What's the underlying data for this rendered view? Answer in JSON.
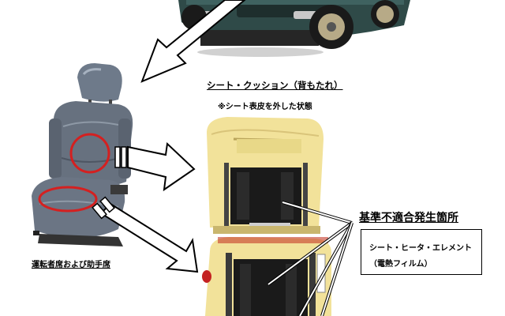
{
  "labels": {
    "cushion_title": "シート・クッション（背もたれ）",
    "cushion_note": "※シート表皮を外した状態",
    "seat_caption": "運転者席および助手席",
    "defect_title": "基準不適合発生箇所",
    "element_line1": "シート・ヒータ・エレメント",
    "element_line2": "（電熱フィルム）"
  },
  "images": {
    "vehicle": "suv-vehicle-photo",
    "seat": "leather-seat-photo",
    "backrest_cushion": "backrest-cushion-foam-photo",
    "seat_cushion": "seat-cushion-foam-photo"
  },
  "colors": {
    "arrow_outline": "#000000",
    "highlight_circle": "#d42020",
    "seat_leather": "#6e7a8a",
    "foam": "#f2e29a",
    "heater_element": "#1a1a1a",
    "vehicle_body": "#2f4a48"
  }
}
